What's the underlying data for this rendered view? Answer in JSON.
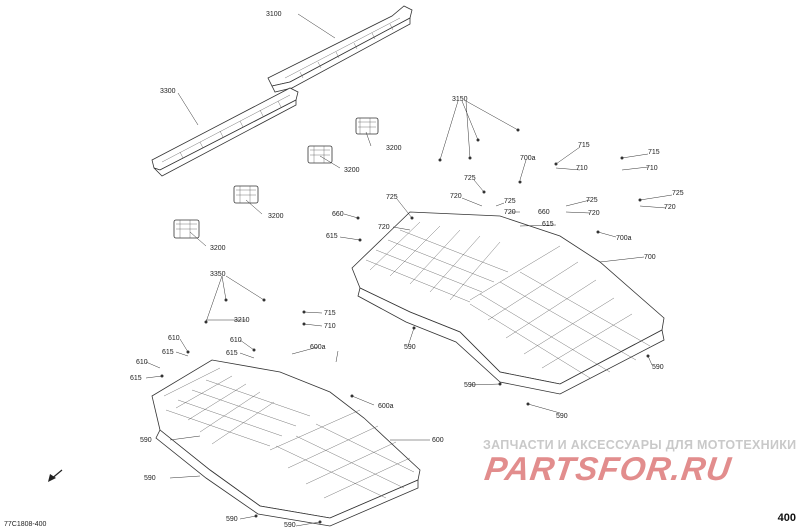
{
  "diagram_code": "77C1808-400",
  "page_number": "400",
  "watermark": {
    "tagline": "ЗАПЧАСТИ И АКСЕССУАРЫ ДЛЯ МОТОТЕХНИКИ",
    "logo": "PARTSFOR.RU"
  },
  "callouts": [
    "3100",
    "3300",
    "3200",
    "3200",
    "3200",
    "3200",
    "3150",
    "715",
    "710",
    "700a",
    "715",
    "710",
    "725",
    "725",
    "720",
    "725",
    "720",
    "725",
    "720",
    "725",
    "660",
    "720",
    "720",
    "615",
    "660",
    "615",
    "700a",
    "700",
    "3350",
    "3210",
    "715",
    "710",
    "610",
    "615",
    "600a",
    "610",
    "610",
    "615",
    "615",
    "590",
    "590",
    "590",
    "600a",
    "600",
    "590",
    "590",
    "590",
    "590",
    "590"
  ]
}
